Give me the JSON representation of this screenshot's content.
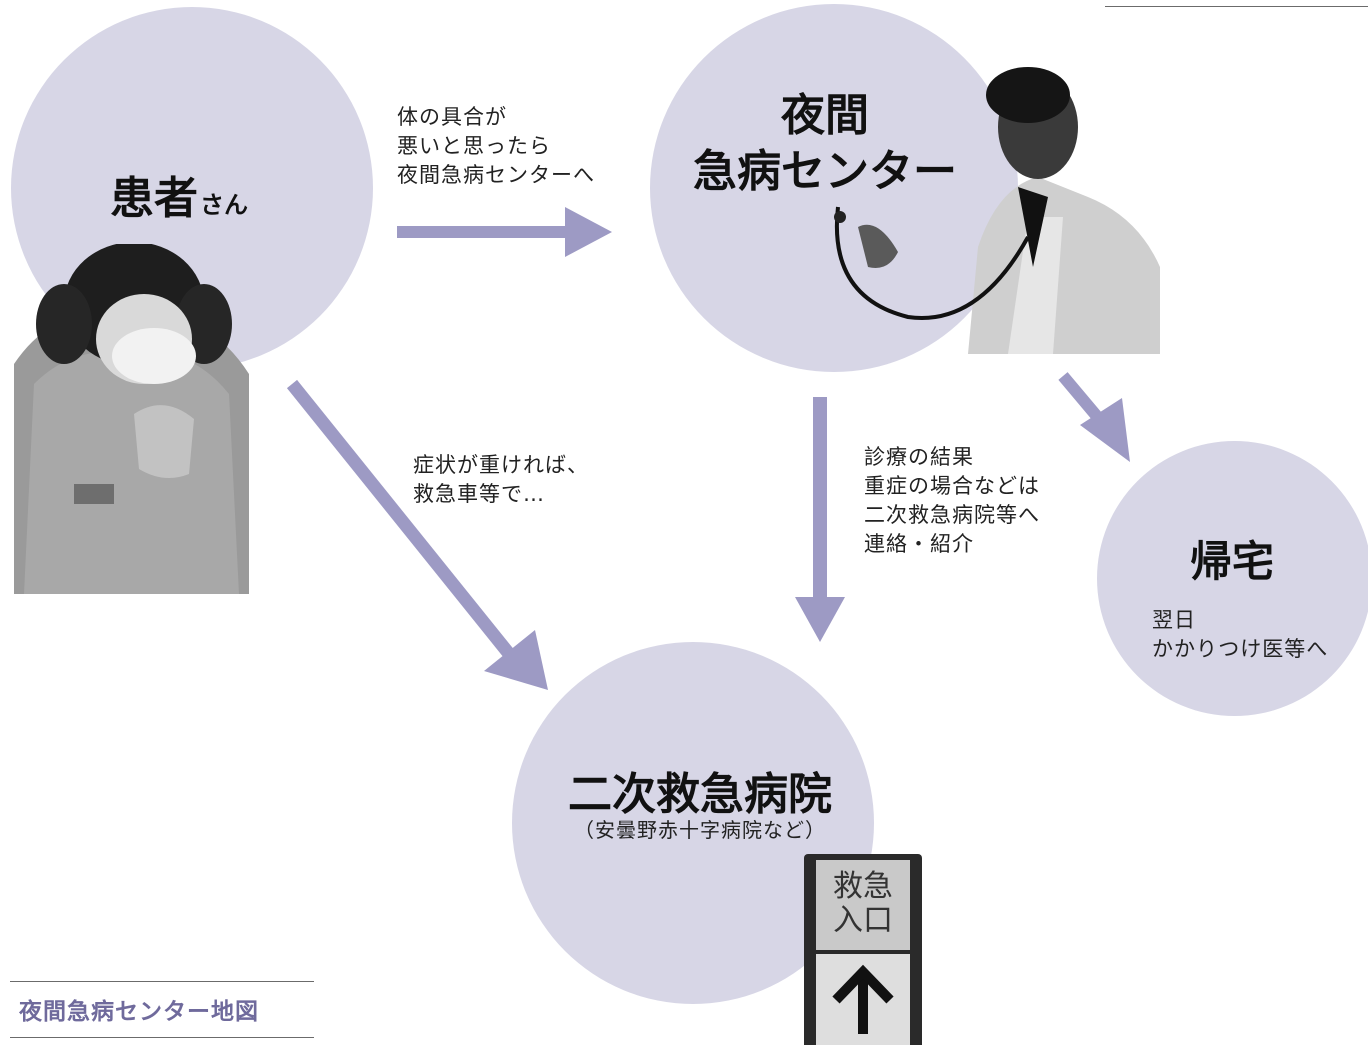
{
  "nodes": {
    "patient": {
      "title": "患者",
      "suffix": "さん"
    },
    "center": {
      "title_line1": "夜間",
      "title_line2": "急病センター"
    },
    "hospital": {
      "title": "二次救急病院",
      "subtitle": "（安曇野赤十字病院など）"
    },
    "home": {
      "title": "帰宅",
      "note": "翌日\nかかりつけ医等へ"
    }
  },
  "edges": {
    "to_center": "体の具合が\n悪いと思ったら\n夜間急病センターへ",
    "severe": "症状が重ければ、\n救急車等で…",
    "result": "診療の結果\n重症の場合などは\n二次救急病院等へ\n連絡・紹介"
  },
  "sign": {
    "text": "救急\n入口",
    "arrow": "↑"
  },
  "map_link": "夜間急病センター地図",
  "colors": {
    "circle": "#d7d6e6",
    "arrow": "#9d9ac4",
    "link": "#6f6a9c"
  },
  "icons": [
    "girl-with-mask-photo",
    "doctor-with-stethoscope-photo",
    "emergency-entrance-sign",
    "up-arrow-icon"
  ]
}
